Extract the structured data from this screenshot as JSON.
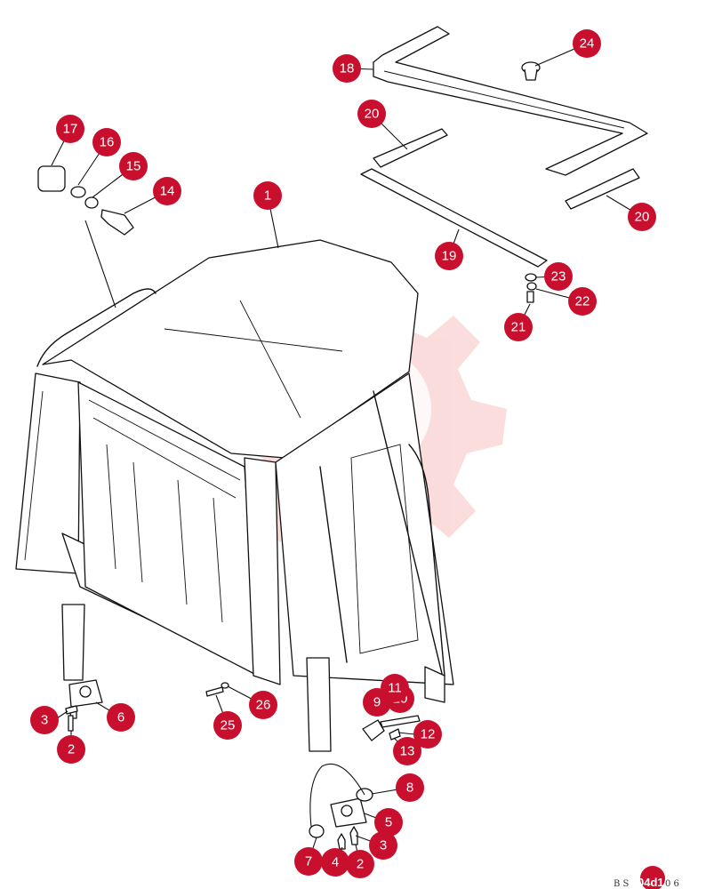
{
  "diagram": {
    "colors": {
      "callout": "#c8102e",
      "watermark": "#f4b3b3",
      "line": "#111111"
    },
    "callouts": [
      "1",
      "2",
      "3",
      "4",
      "5",
      "6",
      "7",
      "8",
      "9",
      "10",
      "11",
      "12",
      "13",
      "14",
      "15",
      "16",
      "17",
      "18",
      "19",
      "20",
      "21",
      "22",
      "23",
      "24",
      "25",
      "26"
    ],
    "code": {
      "prefix": "B S",
      "highlight": "04d1",
      "suffix": "0 6"
    }
  }
}
